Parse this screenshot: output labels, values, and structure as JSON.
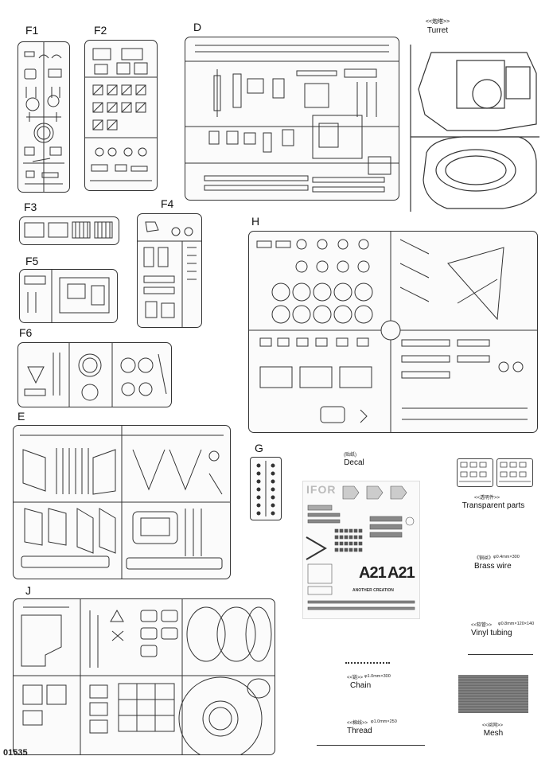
{
  "sprues": {
    "f1": "F1",
    "f2": "F2",
    "d": "D",
    "f3": "F3",
    "f4": "F4",
    "f5": "F5",
    "h": "H",
    "f6": "F6",
    "e": "E",
    "g": "G",
    "j": "J"
  },
  "turret": {
    "zh": "<<炮塔>>",
    "en": "Turret"
  },
  "decal": {
    "zh": "(贴纸)",
    "en": "Decal",
    "lines": [
      "IFOR",
      "A21",
      "A21",
      "ANOTHER CREATION"
    ]
  },
  "transparent": {
    "zh": "<<透明件>>",
    "en": "Transparent parts"
  },
  "brass": {
    "zh": "《铜丝》",
    "spec": "φ0.4mm×300",
    "en": "Brass wire"
  },
  "vinyl": {
    "zh": "<<软管>>",
    "spec": "φ0.8mm×120×140",
    "en": "Vinyl tubing"
  },
  "chain": {
    "zh": "<<链>>",
    "spec": "φ1.0mm×300",
    "en": "Chain"
  },
  "thread": {
    "zh": "<<棉线>>",
    "spec": "φ1.0mm×250",
    "en": "Thread"
  },
  "mesh": {
    "zh": "<<丝网>>",
    "en": "Mesh"
  },
  "page_number": "01535"
}
